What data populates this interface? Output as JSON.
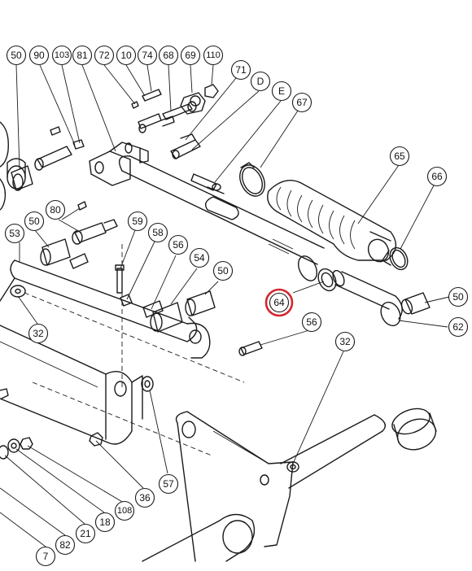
{
  "diagram": {
    "highlight_color": "#d3262e",
    "callouts": [
      {
        "id": "c50a",
        "label": "50"
      },
      {
        "id": "c90",
        "label": "90"
      },
      {
        "id": "c103",
        "label": "103"
      },
      {
        "id": "c81",
        "label": "81"
      },
      {
        "id": "c72",
        "label": "72"
      },
      {
        "id": "c10",
        "label": "10"
      },
      {
        "id": "c74",
        "label": "74"
      },
      {
        "id": "c68",
        "label": "68"
      },
      {
        "id": "c69",
        "label": "69"
      },
      {
        "id": "c110",
        "label": "110"
      },
      {
        "id": "c71",
        "label": "71"
      },
      {
        "id": "cD",
        "label": "D"
      },
      {
        "id": "cE",
        "label": "E"
      },
      {
        "id": "c67",
        "label": "67"
      },
      {
        "id": "c65",
        "label": "65"
      },
      {
        "id": "c66",
        "label": "66"
      },
      {
        "id": "c50b",
        "label": "50"
      },
      {
        "id": "c80",
        "label": "80"
      },
      {
        "id": "c59",
        "label": "59"
      },
      {
        "id": "c58",
        "label": "58"
      },
      {
        "id": "c53",
        "label": "53"
      },
      {
        "id": "c56a",
        "label": "56"
      },
      {
        "id": "c54",
        "label": "54"
      },
      {
        "id": "c50c",
        "label": "50"
      },
      {
        "id": "c64",
        "label": "64",
        "highlighted": true
      },
      {
        "id": "c50d",
        "label": "50"
      },
      {
        "id": "c56b",
        "label": "56"
      },
      {
        "id": "c62",
        "label": "62"
      },
      {
        "id": "c32a",
        "label": "32"
      },
      {
        "id": "c32b",
        "label": "32"
      },
      {
        "id": "c57",
        "label": "57"
      },
      {
        "id": "c36",
        "label": "36"
      },
      {
        "id": "c108",
        "label": "108"
      },
      {
        "id": "c18",
        "label": "18"
      },
      {
        "id": "c21",
        "label": "21"
      },
      {
        "id": "c82",
        "label": "82"
      },
      {
        "id": "c7",
        "label": "7"
      }
    ]
  }
}
